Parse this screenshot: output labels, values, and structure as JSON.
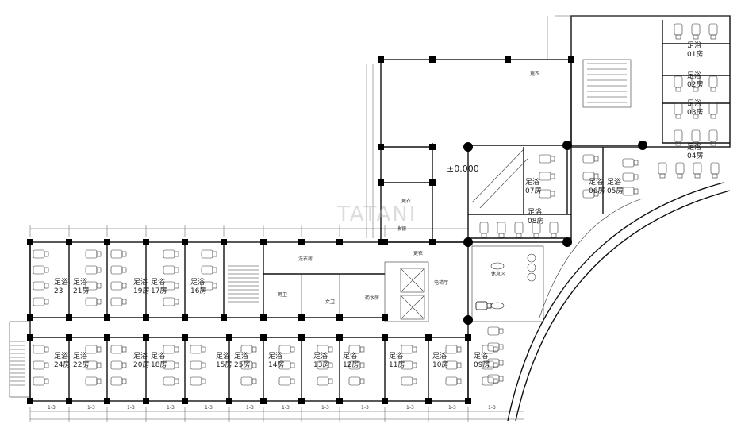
{
  "plan": {
    "elevation_mark": "±0.000",
    "watermark": "TATANI",
    "room_prefix": "足浴",
    "foot_rooms_left_top": [
      "23",
      "21房",
      "19房",
      "17房",
      "16房"
    ],
    "foot_rooms_left_bottom": [
      "24房",
      "22房",
      "20房",
      "18房",
      "15房",
      "25房",
      "14房",
      "13房",
      "12房",
      "11房",
      "10房",
      "09房"
    ],
    "foot_rooms_right": [
      "01房",
      "02房",
      "03房",
      "04房",
      "05房",
      "06房",
      "07房",
      "08房"
    ],
    "labels": {
      "changing1": "更衣",
      "changing2": "更衣",
      "changing3": "更衣",
      "cashier": "收银",
      "elevator_hall": "电梯厅",
      "lounge": "休息区",
      "mens": "男卫",
      "womens": "女卫",
      "laundry": "洗衣房",
      "potion": "药水房",
      "dim_room": "1-3"
    }
  }
}
